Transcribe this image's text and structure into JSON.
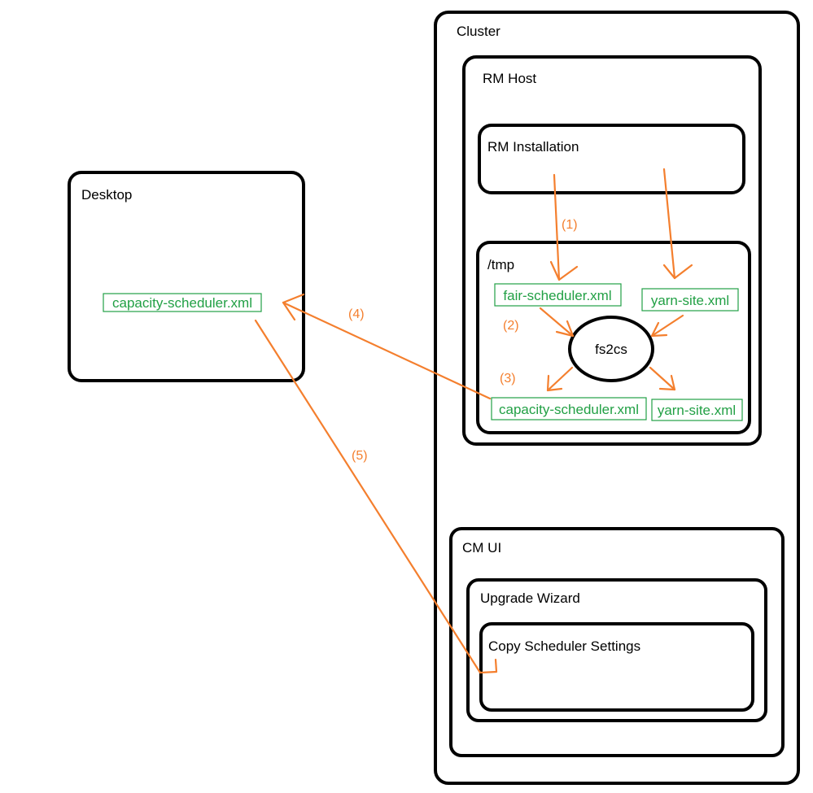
{
  "colors": {
    "outline": "#000000",
    "file": "#22a045",
    "arrow": "#f47f2e"
  },
  "boxes": {
    "cluster": "Cluster",
    "rm_host": "RM Host",
    "rm_installation": "RM Installation",
    "tmp": "/tmp",
    "desktop": "Desktop",
    "cm_ui": "CM UI",
    "upgrade_wizard": "Upgrade Wizard",
    "copy_scheduler_settings": "Copy Scheduler Settings"
  },
  "files": {
    "tmp_fair_scheduler": "fair-scheduler.xml",
    "tmp_yarn_site_in": "yarn-site.xml",
    "tmp_capacity_scheduler": "capacity-scheduler.xml",
    "tmp_yarn_site_out": "yarn-site.xml",
    "desktop_capacity_scheduler": "capacity-scheduler.xml"
  },
  "tool": "fs2cs",
  "steps": {
    "s1": "(1)",
    "s2": "(2)",
    "s3": "(3)",
    "s4": "(4)",
    "s5": "(5)"
  }
}
